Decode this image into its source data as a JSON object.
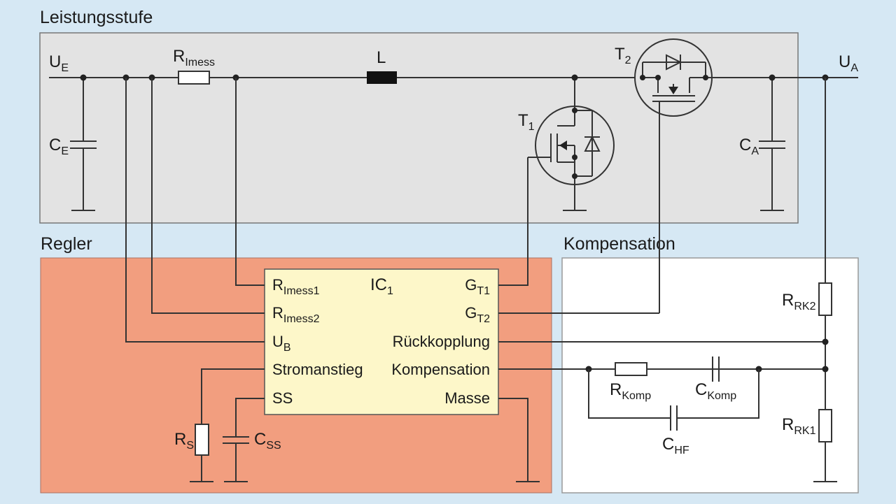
{
  "sections": {
    "power_stage": "Leistungsstufe",
    "controller": "Regler",
    "compensation": "Kompensation"
  },
  "nodes": {
    "ue": {
      "main": "U",
      "sub": "E"
    },
    "ua": {
      "main": "U",
      "sub": "A"
    },
    "ce": {
      "main": "C",
      "sub": "E"
    },
    "ca": {
      "main": "C",
      "sub": "A"
    },
    "rimess": {
      "main": "R",
      "sub": "Imess"
    },
    "l": "L",
    "t1": {
      "main": "T",
      "sub": "1"
    },
    "t2": {
      "main": "T",
      "sub": "2"
    },
    "ic": {
      "main": "IC",
      "sub": "1"
    },
    "rs": {
      "main": "R",
      "sub": "S"
    },
    "css": {
      "main": "C",
      "sub": "SS"
    },
    "rkomp": {
      "main": "R",
      "sub": "Komp"
    },
    "ckomp": {
      "main": "C",
      "sub": "Komp"
    },
    "chf": {
      "main": "C",
      "sub": "HF"
    },
    "rrk1": {
      "main": "R",
      "sub": "RK1"
    },
    "rrk2": {
      "main": "R",
      "sub": "RK2"
    }
  },
  "ic_pins": {
    "rimess1": {
      "main": "R",
      "sub": "Imess1"
    },
    "rimess2": {
      "main": "R",
      "sub": "Imess2"
    },
    "ub": {
      "main": "U",
      "sub": "B"
    },
    "stromanstieg": "Stromanstieg",
    "ss": "SS",
    "gt1": {
      "main": "G",
      "sub": "T1"
    },
    "gt2": {
      "main": "G",
      "sub": "T2"
    },
    "rueckkopplung": "Rückkopplung",
    "kompensation": "Kompensation",
    "masse": "Masse"
  },
  "colors": {
    "background": "#d6e8f4",
    "power_stage_fill": "#e3e3e3",
    "controller_fill": "#f29e7f",
    "ic_fill": "#fdf7c9",
    "compensation_fill": "#ffffff",
    "inductor": "#111111",
    "wire": "#333333"
  }
}
